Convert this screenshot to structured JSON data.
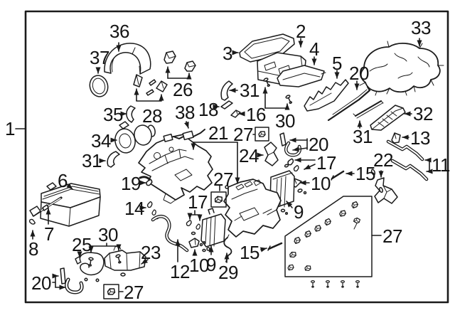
{
  "figure": {
    "kind": "exploded-parts-diagram"
  },
  "colors": {
    "ink": "#1b1b1b",
    "paper": "#ffffff"
  },
  "callouts": [
    {
      "text": "1"
    },
    {
      "text": "36"
    },
    {
      "text": "37"
    },
    {
      "text": "35"
    },
    {
      "text": "28"
    },
    {
      "text": "26"
    },
    {
      "text": "38"
    },
    {
      "text": "18"
    },
    {
      "text": "3"
    },
    {
      "text": "2"
    },
    {
      "text": "4"
    },
    {
      "text": "5"
    },
    {
      "text": "20"
    },
    {
      "text": "33"
    },
    {
      "text": "31"
    },
    {
      "text": "16"
    },
    {
      "text": "30"
    },
    {
      "text": "21"
    },
    {
      "text": "27"
    },
    {
      "text": "24"
    },
    {
      "text": "20"
    },
    {
      "text": "31"
    },
    {
      "text": "32"
    },
    {
      "text": "13"
    },
    {
      "text": "11"
    },
    {
      "text": "22"
    },
    {
      "text": "15"
    },
    {
      "text": "17"
    },
    {
      "text": "10"
    },
    {
      "text": "9"
    },
    {
      "text": "34"
    },
    {
      "text": "31"
    },
    {
      "text": "19"
    },
    {
      "text": "14"
    },
    {
      "text": "6"
    },
    {
      "text": "7"
    },
    {
      "text": "8"
    },
    {
      "text": "25"
    },
    {
      "text": "30"
    },
    {
      "text": "23"
    },
    {
      "text": "12"
    },
    {
      "text": "20"
    },
    {
      "text": "27"
    },
    {
      "text": "17"
    },
    {
      "text": "27"
    },
    {
      "text": "10"
    },
    {
      "text": "9"
    },
    {
      "text": "29"
    },
    {
      "text": "15"
    },
    {
      "text": "27"
    }
  ]
}
